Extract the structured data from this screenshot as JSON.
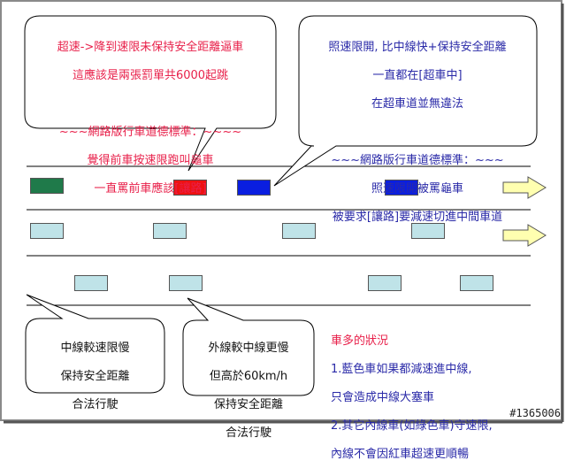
{
  "bubbles": {
    "top_left": {
      "lines": [
        "超速->降到速限未保持安全距離逼車",
        "這應該是兩張罰單共6000起跳",
        "",
        "~~~網路版行車道德標準：~~~~",
        "覺得前車按速限跑叫龜車",
        "一直罵前車應該[讓路]"
      ],
      "color": "#e8204a"
    },
    "top_right": {
      "lines": [
        "照速限開, 比中線快+保持安全距離",
        "一直都在[超車中]",
        "在超車道並無違法",
        "",
        "~~~網路版行車道德標準：~~~",
        "照速限開被罵龜車",
        "被要求[讓路]要減速切進中間車道"
      ],
      "color": "#2a2aa8"
    },
    "bottom_left": {
      "lines": [
        "中線較速限慢",
        "保持安全距離",
        "合法行駛"
      ],
      "color": "#111111"
    },
    "bottom_mid": {
      "lines": [
        "外線較中線更慢",
        "但高於60km/h",
        "保持安全距離",
        "合法行駛"
      ],
      "color": "#111111"
    }
  },
  "note": {
    "title": "車多的狀況",
    "lines": [
      "1.藍色車如果都減速進中線,",
      "只會造成中線大塞車",
      "2.其它內線車(如綠色車)守速限,",
      "內線不會因紅車超速更順暢"
    ],
    "title_color": "#e8204a",
    "color": "#2a2aa8"
  },
  "cars": {
    "colors": {
      "green": "#1f7a4a",
      "red": "#ee1111",
      "blue": "#0a1ee0",
      "lightblue": "#bfe3e8"
    }
  },
  "watermark": "#1365006"
}
